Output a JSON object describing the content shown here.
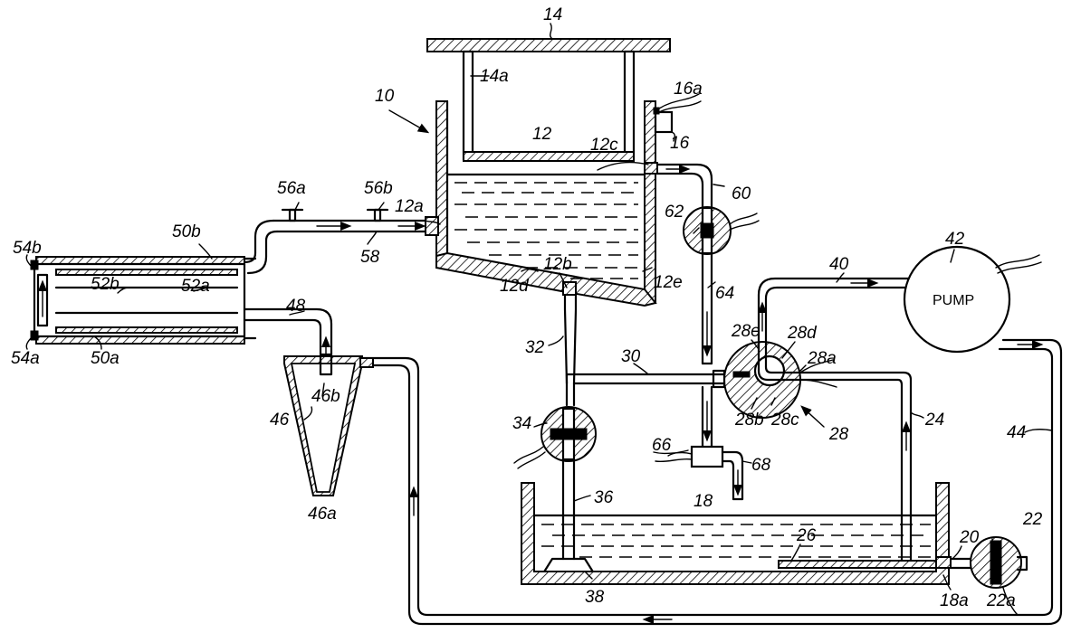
{
  "labels": {
    "l10": "10",
    "l12": "12",
    "l12a": "12a",
    "l12b": "12b",
    "l12c": "12c",
    "l12d": "12d",
    "l12e": "12e",
    "l14": "14",
    "l14a": "14a",
    "l16": "16",
    "l16a": "16a",
    "l18": "18",
    "l18a": "18a",
    "l20": "20",
    "l22": "22",
    "l22a": "22a",
    "l24": "24",
    "l26": "26",
    "l28": "28",
    "l28a": "28a",
    "l28b": "28b",
    "l28c": "28c",
    "l28d": "28d",
    "l28e": "28e",
    "l30": "30",
    "l32": "32",
    "l34": "34",
    "l36": "36",
    "l38": "38",
    "l40": "40",
    "l42": "42",
    "l44": "44",
    "l46": "46",
    "l46a": "46a",
    "l46b": "46b",
    "l48": "48",
    "l50a": "50a",
    "l50b": "50b",
    "l52a": "52a",
    "l52b": "52b",
    "l54a": "54a",
    "l54b": "54b",
    "l56a": "56a",
    "l56b": "56b",
    "l58": "58",
    "l60": "60",
    "l62": "62",
    "l64": "64",
    "l66": "66",
    "l68": "68"
  },
  "pump_text": "PUMP"
}
